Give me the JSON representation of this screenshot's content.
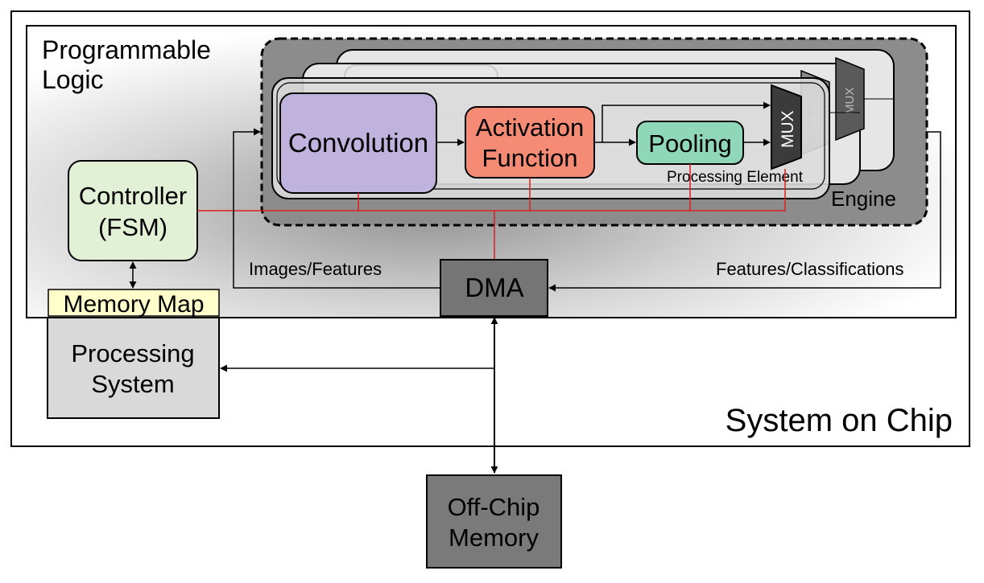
{
  "soc": {
    "label": "System on Chip"
  },
  "programmable_logic": {
    "label_line1": "Programmable",
    "label_line2": "Logic"
  },
  "engine": {
    "label": "Engine"
  },
  "processing_element": {
    "label": "Processing Element"
  },
  "blocks": {
    "convolution": "Convolution",
    "activation_line1": "Activation",
    "activation_line2": "Function",
    "pooling": "Pooling",
    "mux": "MUX",
    "controller_line1": "Controller",
    "controller_line2": "(FSM)",
    "memory_map": "Memory Map",
    "dma": "DMA",
    "processing_system_line1": "Processing",
    "processing_system_line2": "System",
    "offchip_line1": "Off-Chip",
    "offchip_line2": "Memory"
  },
  "flows": {
    "input": "Images/Features",
    "output": "Features/Classifications"
  },
  "colors": {
    "convolution": "#bfb2dc",
    "activation": "#f58b74",
    "pooling": "#8fd7b8",
    "controller": "#e2f0d6",
    "memory_map": "#ffffcc",
    "dma": "#757575",
    "processing_system": "#d9d9d9",
    "offchip": "#7a7a7a",
    "control_line": "#dd1e1e",
    "mux": "#3b3b3b"
  }
}
